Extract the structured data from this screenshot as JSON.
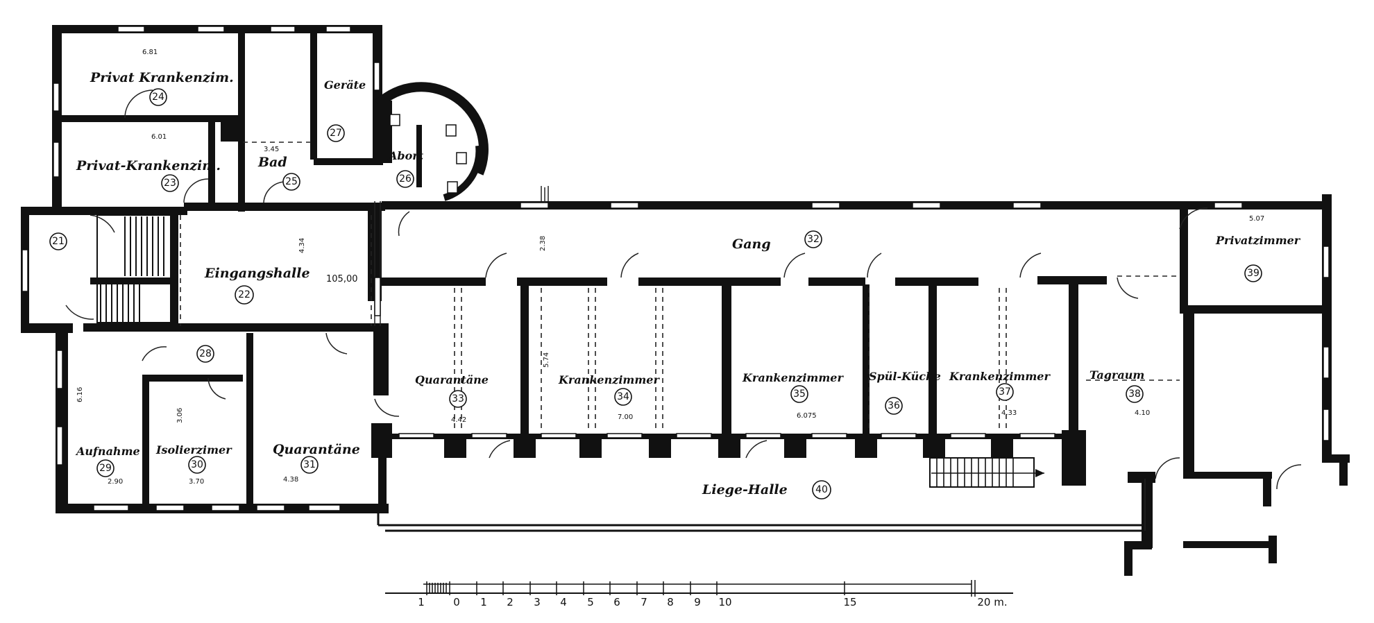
{
  "rooms": {
    "r21": {
      "number": "21"
    },
    "r22": {
      "label": "Eingangshalle",
      "number": "22",
      "elevation": "105,00"
    },
    "r23": {
      "label": "Privat-Krankenzim.",
      "number": "23"
    },
    "r24": {
      "label": "Privat Krankenzim.",
      "number": "24"
    },
    "r25": {
      "label": "Bad",
      "number": "25"
    },
    "r26": {
      "label": "Abort",
      "number": "26"
    },
    "r27": {
      "label": "Geräte",
      "number": "27"
    },
    "r28": {
      "number": "28"
    },
    "r29": {
      "label": "Aufnahme",
      "number": "29"
    },
    "r30": {
      "label": "Isolierzimer",
      "number": "30"
    },
    "r31": {
      "label": "Quarantäne",
      "number": "31"
    },
    "r32": {
      "label": "Gang",
      "number": "32"
    },
    "r33": {
      "label": "Quarantäne",
      "number": "33"
    },
    "r34": {
      "label": "Krankenzimmer",
      "number": "34"
    },
    "r35": {
      "label": "Krankenzimmer",
      "number": "35"
    },
    "r36": {
      "label": "Spül-Küche",
      "number": "36"
    },
    "r37": {
      "label": "Krankenzimmer",
      "number": "37"
    },
    "r38": {
      "label": "Tagraum",
      "number": "38"
    },
    "r39": {
      "label": "Privatzimmer",
      "number": "39"
    },
    "r40": {
      "label": "Liege-Halle",
      "number": "40"
    }
  },
  "dimensions": {
    "d24w": "6.81",
    "d23w": "6.01",
    "d29w": "2.90",
    "d30w": "3.70",
    "d31w": "4.38",
    "d34w": "7.00",
    "d35w": "6.075",
    "d37w": "4.33",
    "d38w": "4.10",
    "d39w": "5.07",
    "d33w": "4.42",
    "d29h": "6.16",
    "d34h": "5.74",
    "d30h": "3.06",
    "d25w": "3.45",
    "d_gang": "2.38",
    "d_ent": "4.34"
  },
  "scale": {
    "ticks": [
      "1",
      "0",
      "1",
      "2",
      "3",
      "4",
      "5",
      "6",
      "7",
      "8",
      "9",
      "10",
      "15",
      "20 m."
    ]
  }
}
